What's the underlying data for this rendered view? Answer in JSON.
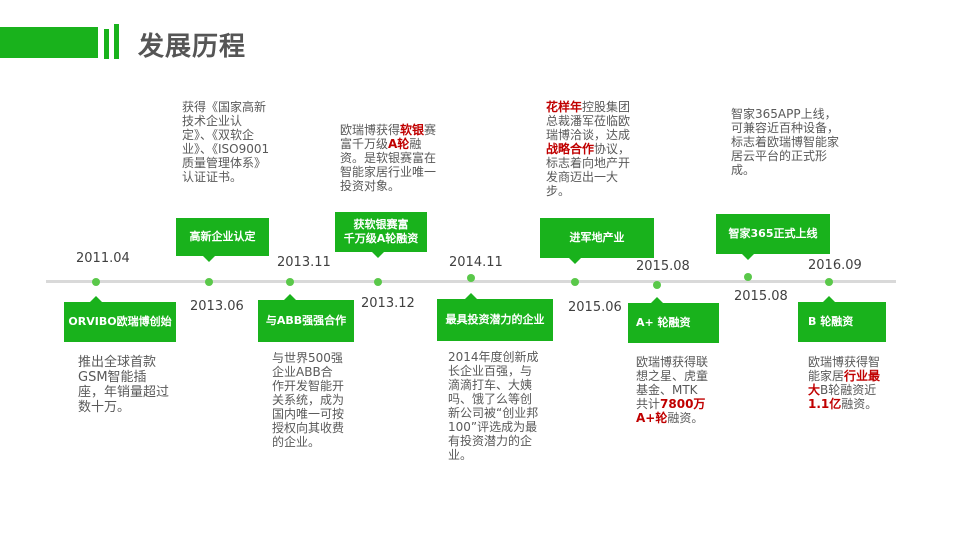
{
  "title": "发展历程",
  "events": [
    {
      "date": "2011.04",
      "tag": "ORVIBO欧瑞博创始",
      "desc": "推出全球首款GSM智能插座，年销量超过数十万。"
    },
    {
      "date": "2013.06",
      "tag": "高新企业认定",
      "desc": "获得《国家高新技术企业认定》、《双软企业》、《ISO9001质量管理体系》认证证书。"
    },
    {
      "date": "2013.11",
      "tag": "与ABB强强合作",
      "desc": "与世界500强企业ABB合作开发智能开关系统，成为国内唯一可按授权向其收费的企业。"
    },
    {
      "date": "2013.12",
      "tag_line1": "获软银赛富",
      "tag_line2": "千万级A轮融资",
      "desc_a": "欧瑞博获得",
      "desc_b": "软银",
      "desc_c": "赛富千万级",
      "desc_d": "A轮",
      "desc_e": "融资。是软银赛富在智能家居行业唯一投资对象。"
    },
    {
      "date": "2014.11",
      "tag": "最具投资潜力的企业",
      "desc": "2014年度创新成长企业百强，与滴滴打车、大姨吗、饿了么等创新公司被“创业邦100”评选成为最有投资潜力的企业。"
    },
    {
      "date": "2015.06",
      "tag": "进军地产业",
      "desc_a": "花样年",
      "desc_b": "控股集团总裁潘军莅临欧瑞博洽谈，达成",
      "desc_c": "战略合作",
      "desc_d": "协议，标志着向地产开发商迈出一大步。"
    },
    {
      "date": "2015.08",
      "tag": "A+ 轮融资",
      "desc_a": "欧瑞博获得联想之星、虎童基金、MTK共计",
      "desc_b": "7800万A+轮",
      "desc_c": "融资。"
    },
    {
      "date": "2015.08",
      "tag": "智家365正式上线",
      "desc": "智家365APP上线，可兼容近百种设备，标志着欧瑞博智能家居云平台的正式形成。"
    },
    {
      "date": "2016.09",
      "tag": "B 轮融资",
      "desc_a": "欧瑞博获得智能家居",
      "desc_b": "行业最大",
      "desc_c": "B轮融资近",
      "desc_d": "1.1亿",
      "desc_e": "融资。"
    }
  ]
}
